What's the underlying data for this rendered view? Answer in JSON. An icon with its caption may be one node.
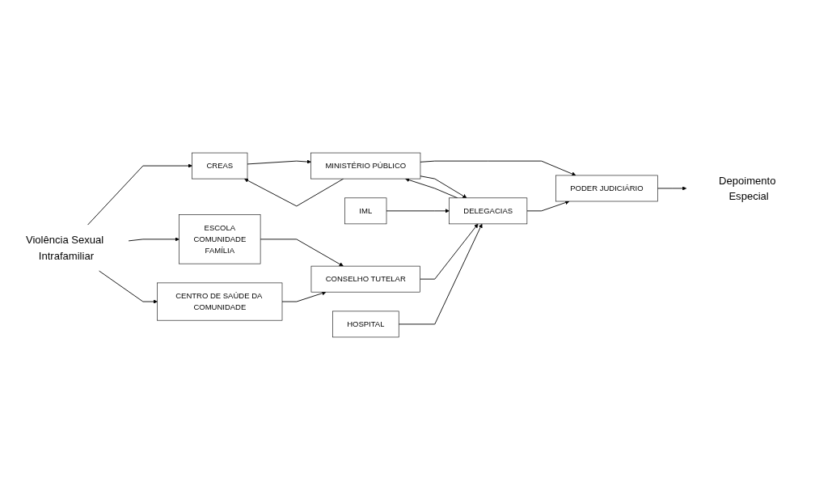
{
  "diagram": {
    "nodes": [
      {
        "text": [
          "Violência Sexual Intrafamiliar"
        ]
      },
      {
        "text": [
          "CREAS"
        ]
      },
      {
        "text": [
          "ESCOLA",
          "COMUNIDADE",
          "FAMÍLIA"
        ]
      },
      {
        "text": [
          "MINISTÉRIO PÚBLICO"
        ]
      },
      {
        "text": [
          "PODER JUDICIÁRIO"
        ]
      },
      {
        "text": [
          "Depoimento Especial"
        ]
      },
      {
        "text": [
          "DELEGACIAS"
        ]
      },
      {
        "text": [
          "IML"
        ]
      },
      {
        "text": [
          "CONSELHO TUTELAR"
        ]
      },
      {
        "text": [
          "HOSPITAL"
        ]
      },
      {
        "text": [
          "CENTRO DE SAÚDE DA COMUNIDADE"
        ]
      }
    ],
    "edges": [
      {
        "from": 0,
        "to": 1,
        "arrow": "to"
      },
      {
        "from": 1,
        "to": 3,
        "arrow": "to"
      },
      {
        "from": 3,
        "to": 1,
        "arrow": "to"
      },
      {
        "from": 0,
        "to": 2,
        "arrow": "to"
      },
      {
        "from": 3,
        "to": 4,
        "arrow": "to"
      },
      {
        "from": 4,
        "to": 5,
        "arrow": "to"
      },
      {
        "from": 6,
        "to": 3,
        "arrow": "to"
      },
      {
        "from": 3,
        "to": 6,
        "arrow": "to"
      },
      {
        "from": 6,
        "to": 4,
        "arrow": "to"
      },
      {
        "from": 7,
        "to": 6,
        "arrow": "to"
      },
      {
        "from": 2,
        "to": 8,
        "arrow": "to"
      },
      {
        "from": 8,
        "to": 6,
        "arrow": "to"
      },
      {
        "from": 9,
        "to": 6,
        "arrow": "to"
      },
      {
        "from": 10,
        "to": 8,
        "arrow": "to"
      },
      {
        "from": 0,
        "to": 10,
        "arrow": "to"
      }
    ]
  }
}
